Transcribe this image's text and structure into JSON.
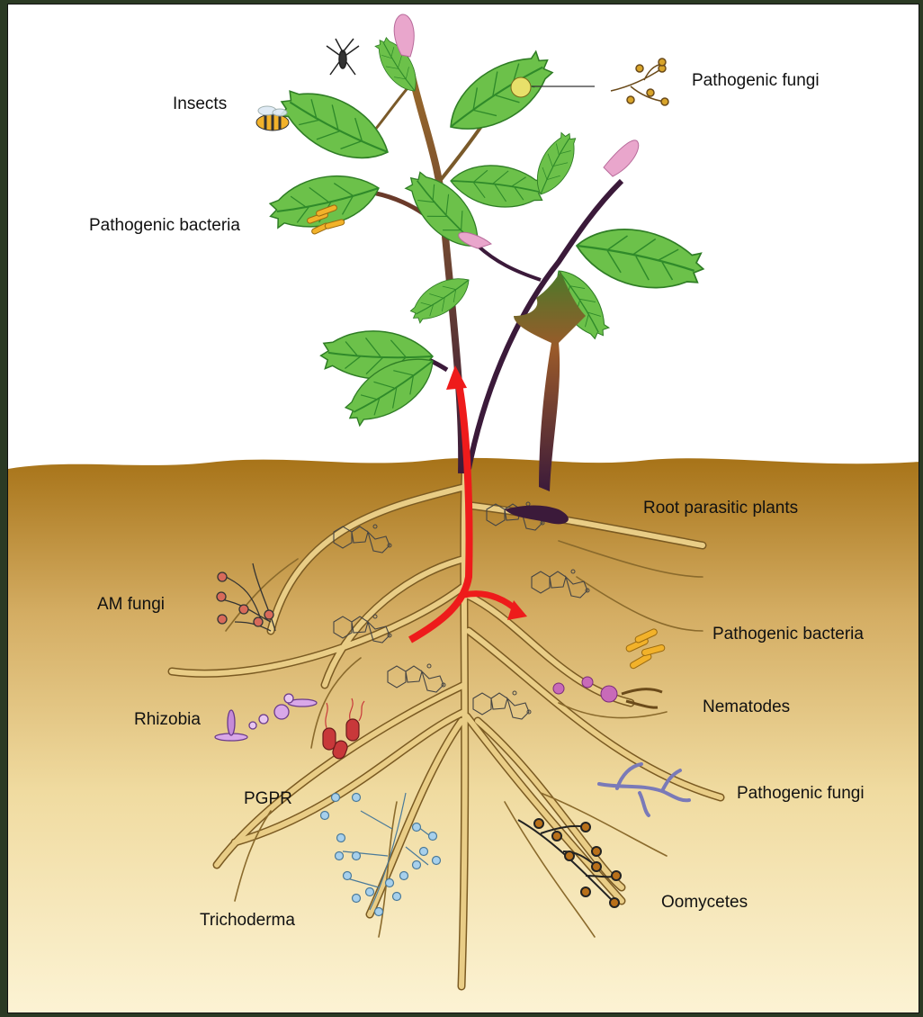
{
  "labels": {
    "insects": "Insects",
    "pathogenic_fungi_leaf": "Pathogenic fungi",
    "pathogenic_bacteria_leaf": "Pathogenic bacteria",
    "root_parasitic_plants": "Root parasitic plants",
    "am_fungi": "AM fungi",
    "pathogenic_bacteria_root": "Pathogenic bacteria",
    "nematodes": "Nematodes",
    "rhizobia": "Rhizobia",
    "pgpr": "PGPR",
    "pathogenic_fungi_root": "Pathogenic fungi",
    "trichoderma": "Trichoderma",
    "oomycetes": "Oomycetes"
  },
  "colors": {
    "leaf": "#6cc14a",
    "leaf_vein": "#2f8a2a",
    "stem": "#3b1a3a",
    "flower": "#e9a6cc",
    "soil_top": "#a9771a",
    "soil_bottom": "#fbf1cf",
    "root": "#e9cd86",
    "root_outline": "#7a5a22",
    "signal_arrow": "#ee1b1b"
  }
}
